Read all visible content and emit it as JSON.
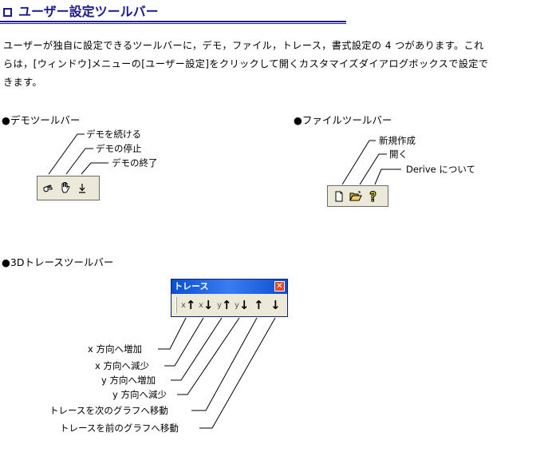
{
  "page": {
    "title": "ユーザー設定ツールバー",
    "intro_lines": [
      "ユーザーが独自に設定できるツールバーに，デモ，ファイル，トレース，書式設定の 4 つがあります。これ",
      "らは，[ウィンドウ]メニューの[ユーザー設定]をクリックして開くカスタマイズダイアログボックスで設定で",
      "きます。"
    ]
  },
  "demo_toolbar": {
    "title": "●デモツールバー",
    "labels": [
      "デモを続ける",
      "デモの停止",
      "デモの終了"
    ],
    "icons": [
      "pointing-hand-icon",
      "open-hand-icon",
      "down-arrow-bar-icon"
    ]
  },
  "file_toolbar": {
    "title": "●ファイルツールバー",
    "labels": [
      "新規作成",
      "開く",
      "Derive について"
    ],
    "icons": [
      "new-document-icon",
      "open-folder-icon",
      "help-question-icon"
    ]
  },
  "trace_toolbar": {
    "title": "●3Dトレースツールバー",
    "window_title": "トレース",
    "buttons": [
      {
        "prefix": "x",
        "arrow": "↑"
      },
      {
        "prefix": "x",
        "arrow": "↓"
      },
      {
        "prefix": "y",
        "arrow": "↑"
      },
      {
        "prefix": "y",
        "arrow": "↓"
      },
      {
        "prefix": "",
        "arrow": "↑"
      },
      {
        "prefix": "",
        "arrow": "↓"
      }
    ],
    "labels": [
      "x 方向へ増加",
      "x 方向へ減少",
      "y 方向へ増加",
      "y 方向へ減少",
      "トレースを次のグラフへ移動",
      "トレースを前のグラフへ移動"
    ]
  }
}
